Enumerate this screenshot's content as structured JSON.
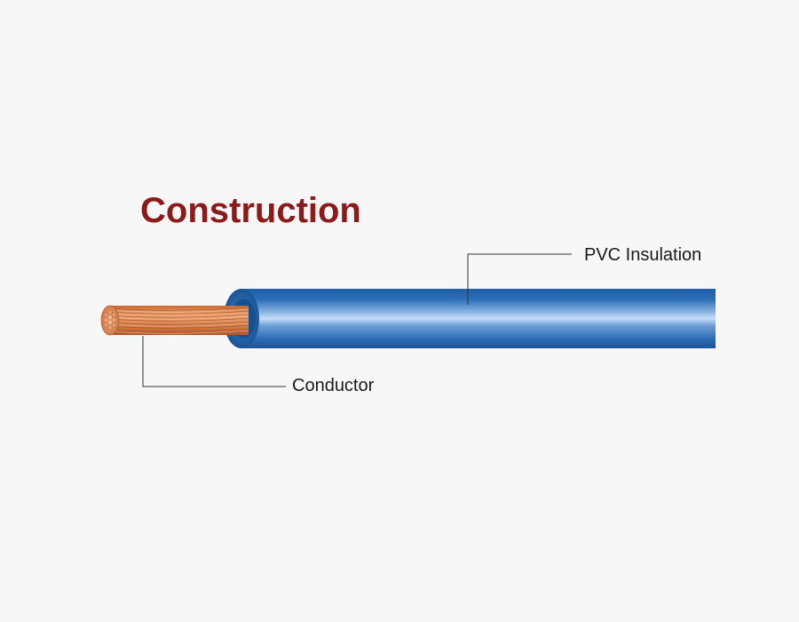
{
  "title": "Construction",
  "labels": {
    "insulation": "PVC Insulation",
    "conductor": "Conductor"
  },
  "colors": {
    "title": "#8b1a1a",
    "background": "#f7f7f7",
    "insulation": "#1f5fa8",
    "conductor": "#d9834f",
    "leader_line": "#333333"
  }
}
